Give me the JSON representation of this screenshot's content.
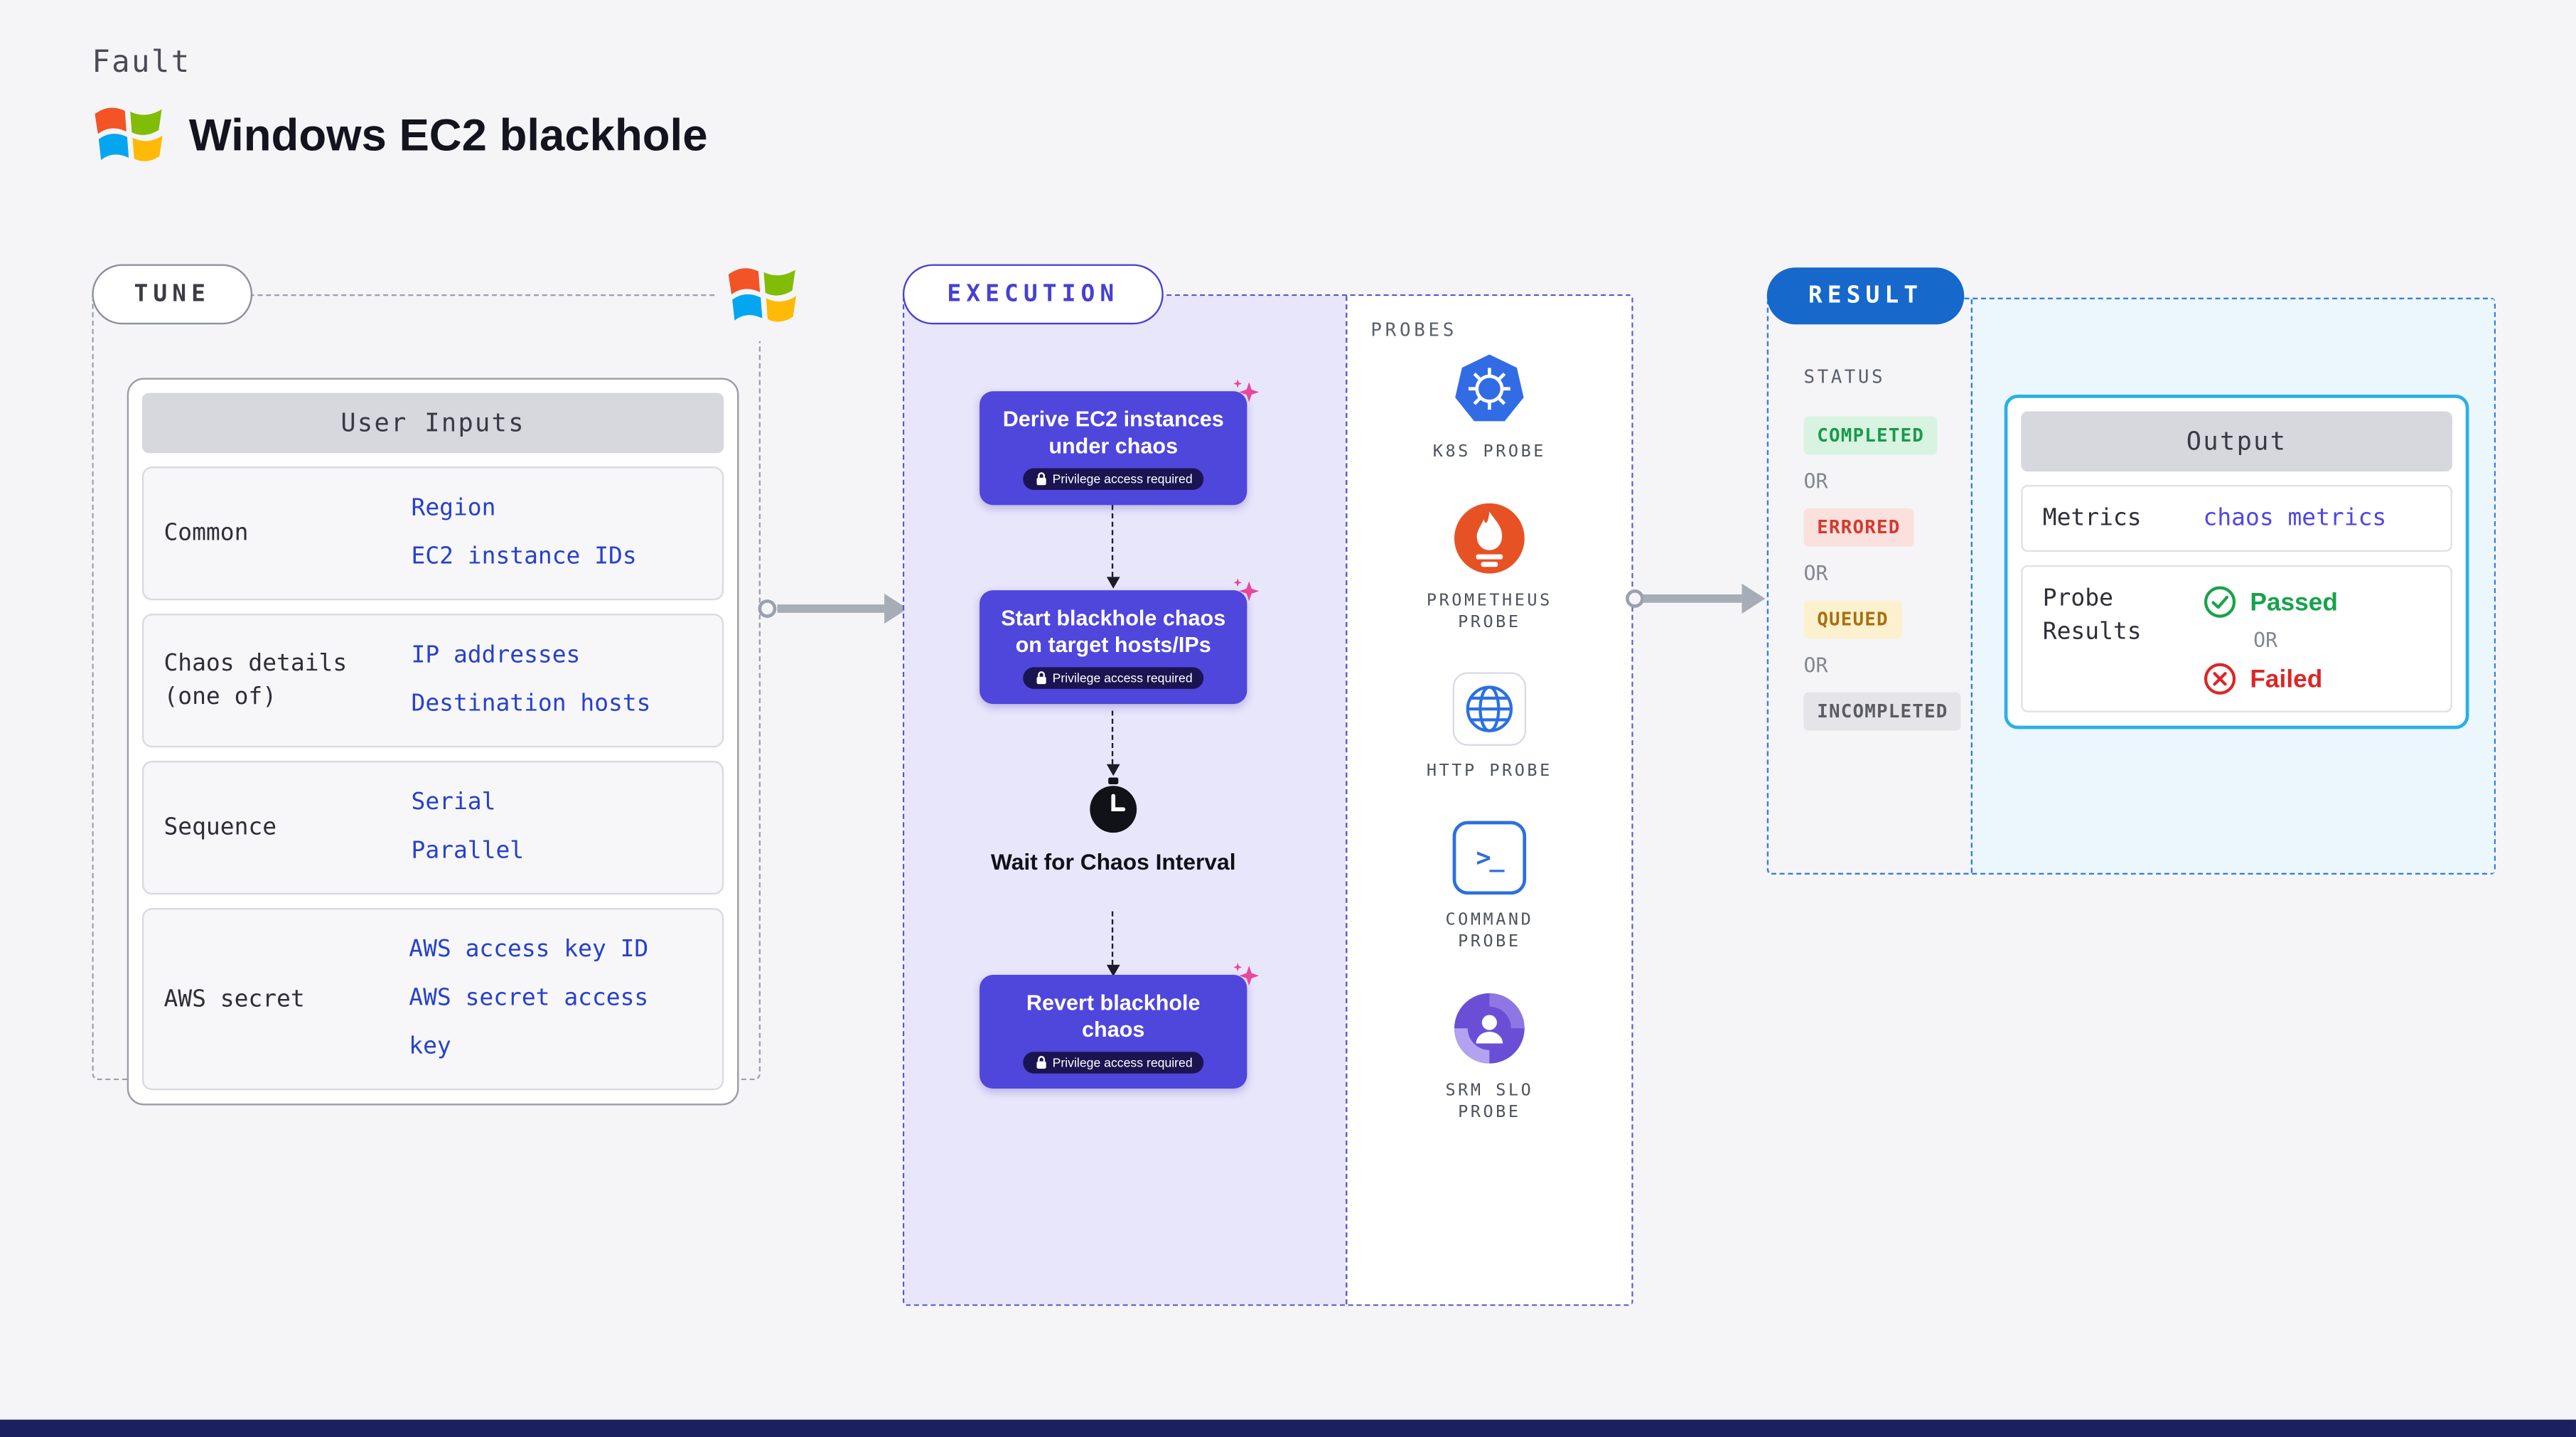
{
  "page": {
    "eyebrow": "Fault",
    "title": "Windows EC2 blackhole"
  },
  "tune": {
    "label": "TUNE",
    "table": {
      "header": "User Inputs",
      "rows": [
        {
          "label": "Common",
          "values": [
            "Region",
            "EC2 instance IDs"
          ]
        },
        {
          "label": "Chaos details (one of)",
          "values": [
            "IP addresses",
            "Destination hosts"
          ]
        },
        {
          "label": "Sequence",
          "values": [
            "Serial",
            "Parallel"
          ]
        },
        {
          "label": "AWS secret",
          "values": [
            "AWS access key ID",
            "AWS secret access key"
          ]
        }
      ]
    }
  },
  "execution": {
    "label": "EXECUTION",
    "steps": [
      {
        "title": "Derive EC2 instances under chaos",
        "badge": "Privilege access required"
      },
      {
        "title": "Start blackhole chaos on target hosts/IPs",
        "badge": "Privilege access required"
      },
      {
        "title": "Wait for Chaos Interval"
      },
      {
        "title": "Revert blackhole chaos",
        "badge": "Privilege access required"
      }
    ]
  },
  "probes": {
    "label": "PROBES",
    "items": [
      {
        "name": "K8S PROBE",
        "icon": "kubernetes-icon"
      },
      {
        "name": "PROMETHEUS PROBE",
        "icon": "prometheus-icon"
      },
      {
        "name": "HTTP PROBE",
        "icon": "globe-icon"
      },
      {
        "name": "COMMAND PROBE",
        "icon": "terminal-icon"
      },
      {
        "name": "SRM SLO PROBE",
        "icon": "srm-slo-icon"
      }
    ]
  },
  "result": {
    "label": "RESULT",
    "status_label": "STATUS",
    "or_label": "OR",
    "statuses": [
      {
        "label": "COMPLETED",
        "color": "#199a4d",
        "bg": "#d9f3e1"
      },
      {
        "label": "ERRORED",
        "color": "#d23b2e",
        "bg": "#fbe1de"
      },
      {
        "label": "QUEUED",
        "color": "#a8700d",
        "bg": "#fcf1cf"
      },
      {
        "label": "INCOMPLETED",
        "color": "#5b5b63",
        "bg": "#e4e4e9"
      }
    ],
    "output": {
      "header": "Output",
      "metrics_label": "Metrics",
      "metrics_value": "chaos metrics",
      "probe_results_label": "Probe Results",
      "passed": "Passed",
      "failed": "Failed"
    }
  },
  "colors": {
    "accent_indigo": "#4f46dc",
    "accent_blue": "#1668cb",
    "accent_cyan": "#29b0e6",
    "link_blue": "#2740cc",
    "success": "#16a34a",
    "error": "#dc2626",
    "footer_navy": "#1b2060"
  }
}
